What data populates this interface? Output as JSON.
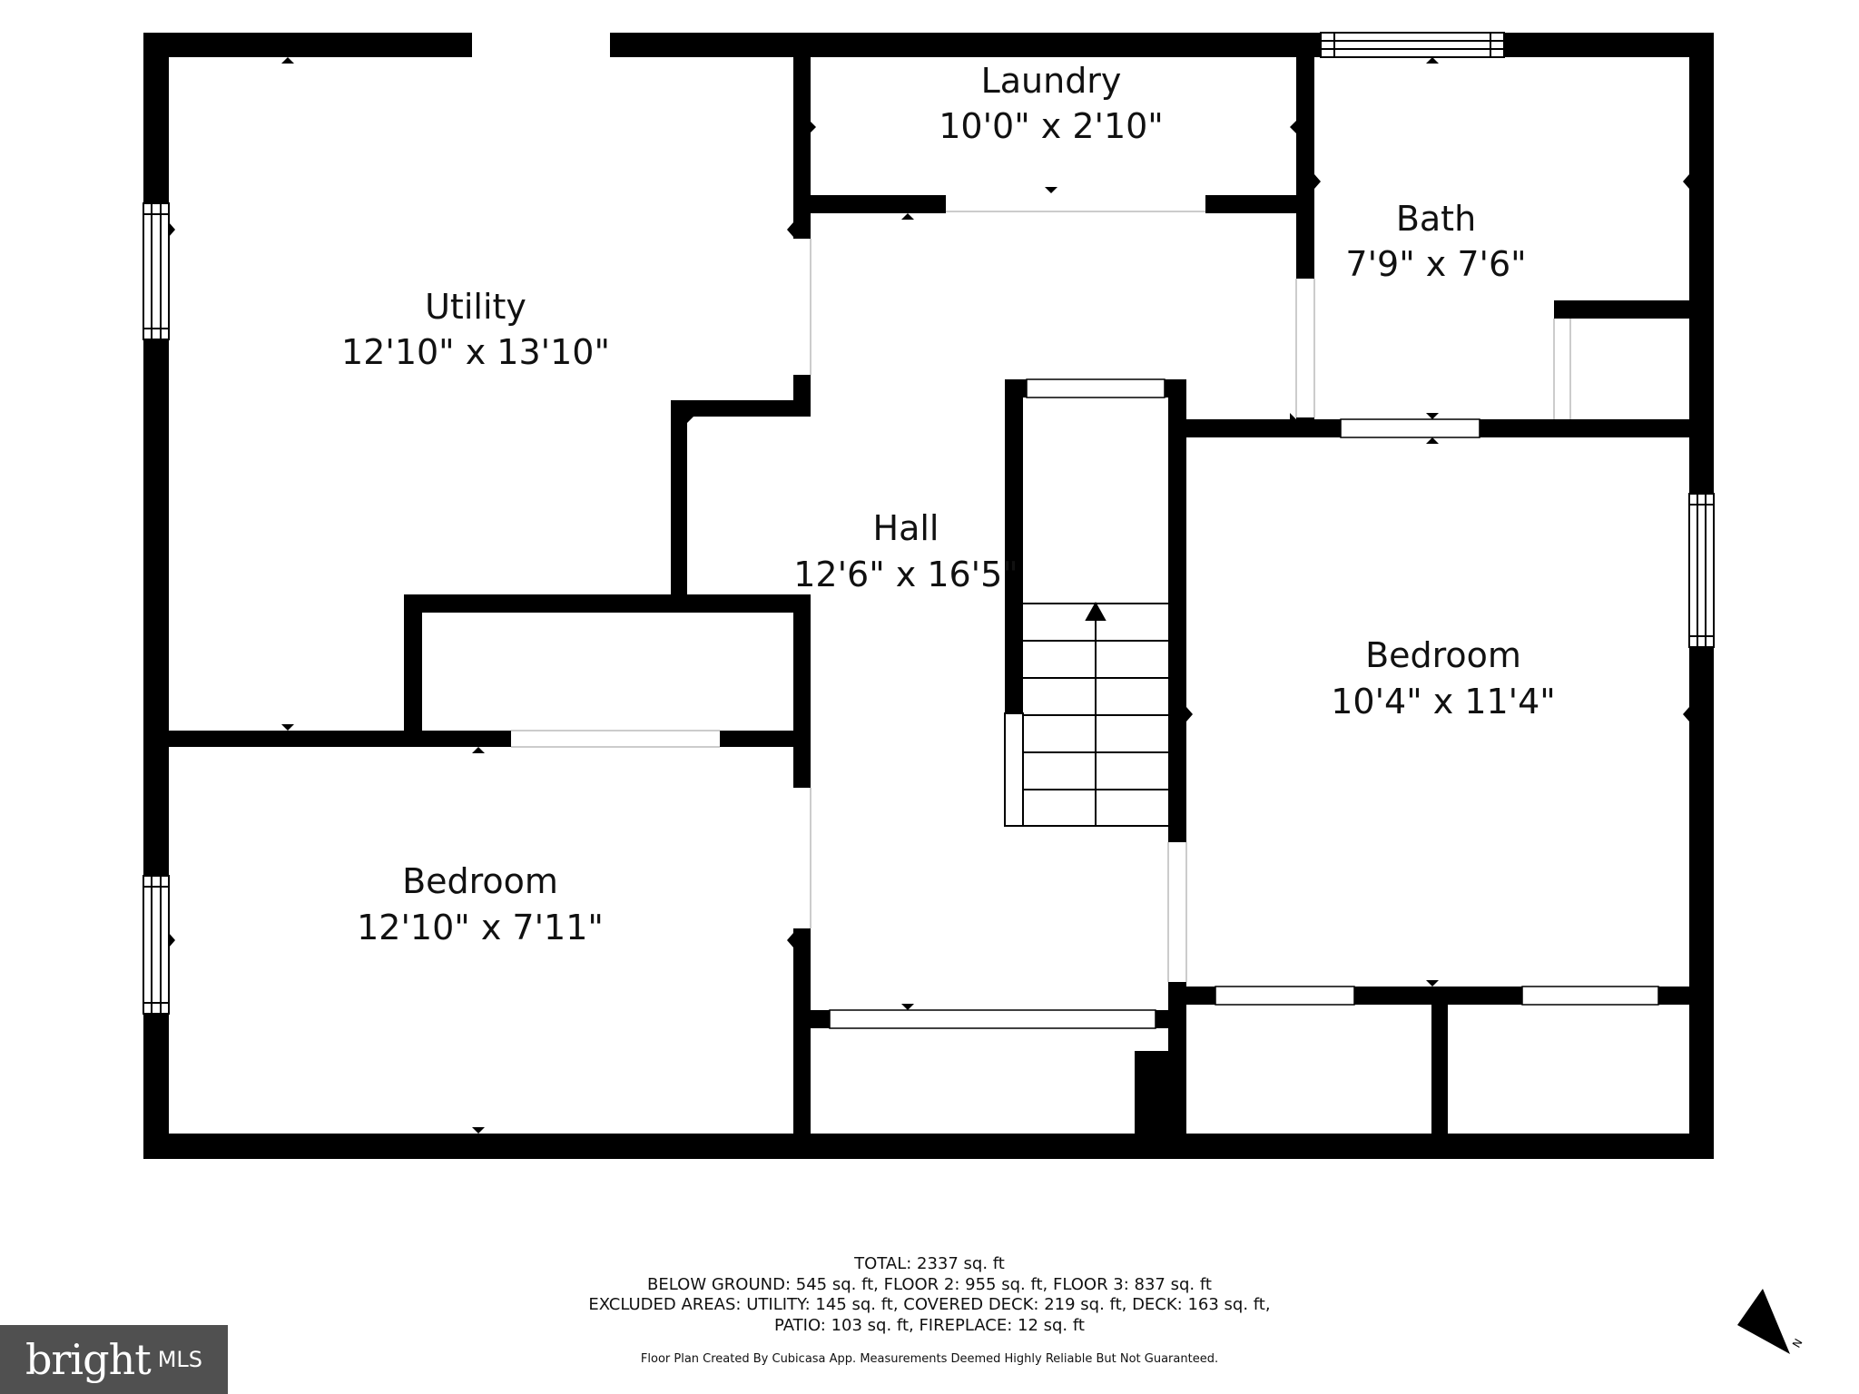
{
  "rooms": {
    "laundry": {
      "name": "Laundry",
      "dims": "10'0\" x 2'10\""
    },
    "bath": {
      "name": "Bath",
      "dims": "7'9\" x 7'6\""
    },
    "utility": {
      "name": "Utility",
      "dims": "12'10\" x 13'10\""
    },
    "hall": {
      "name": "Hall",
      "dims": "12'6\" x 16'5\""
    },
    "bedroom_right": {
      "name": "Bedroom",
      "dims": "10'4\" x 11'4\""
    },
    "bedroom_left": {
      "name": "Bedroom",
      "dims": "12'10\" x 7'11\""
    }
  },
  "footer": {
    "summary": [
      "TOTAL: 2337 sq. ft",
      "BELOW GROUND: 545 sq. ft, FLOOR 2: 955 sq. ft, FLOOR 3: 837 sq. ft",
      "EXCLUDED AREAS: UTILITY: 145 sq. ft, COVERED DECK: 219 sq. ft, DECK: 163 sq. ft,",
      "PATIO: 103 sq. ft, FIREPLACE: 12 sq. ft"
    ],
    "note": "Floor Plan Created By Cubicasa App. Measurements Deemed Highly Reliable But Not Guaranteed."
  },
  "logo": {
    "main": "bright",
    "mls": "MLS"
  },
  "compass": {
    "label": "N"
  },
  "colors": {
    "wall": "#000000",
    "background": "#ffffff",
    "logo_bg": "#505050",
    "logo_dot": "#e03a2f"
  }
}
